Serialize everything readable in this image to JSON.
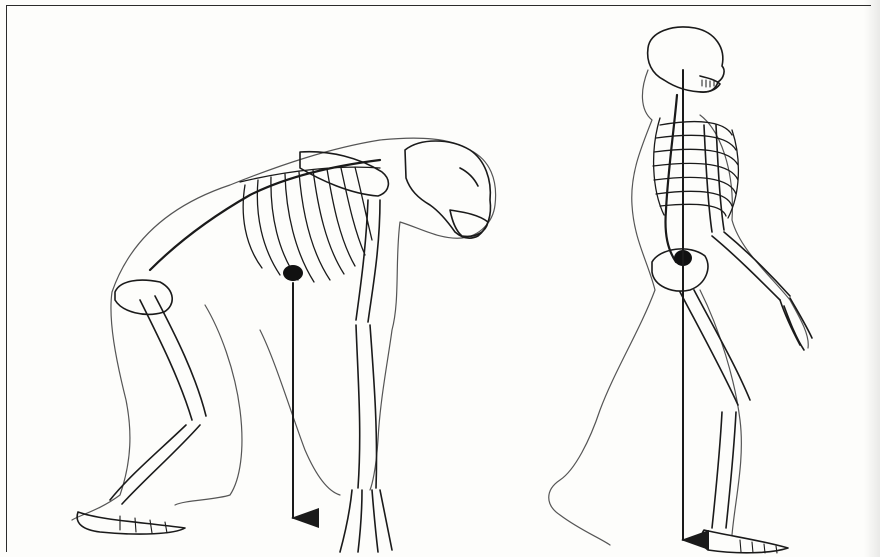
{
  "figure": {
    "subjects": [
      "chimpanzee-skeleton-quadrupedal",
      "human-skeleton-bipedal"
    ],
    "annotations": [
      "center-of-gravity-marker",
      "line-of-gravity-arrow"
    ],
    "colors": {
      "ink": "#1a1a1a",
      "paper": "#fdfdfb",
      "outline": "#555555"
    }
  }
}
